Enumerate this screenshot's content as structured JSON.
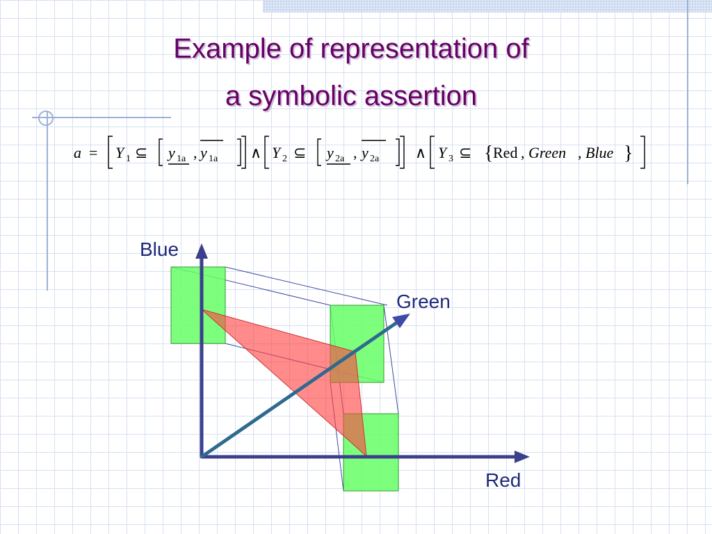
{
  "title": {
    "line1": "Example of representation of",
    "line2": "a symbolic assertion"
  },
  "formula": {
    "a": "a",
    "equals": "=",
    "Y": "Y",
    "y": "y",
    "sub1": "1",
    "sub2": "2",
    "sub3": "3",
    "sub1a": "1a",
    "sub2a": "2a",
    "subset": "⊆",
    "wedge": "∧",
    "comma": ",",
    "set_red": "Red",
    "set_green": "Green",
    "set_blue": "Blue"
  },
  "axes": {
    "red_label": "Red",
    "green_label": "Green",
    "blue_label": "Blue"
  },
  "colors": {
    "title": "#660066",
    "axis": "#3b3f8c",
    "green_box": "#66ff66",
    "red_triangle": "#ff6666",
    "grid": "#d6e0f2"
  }
}
